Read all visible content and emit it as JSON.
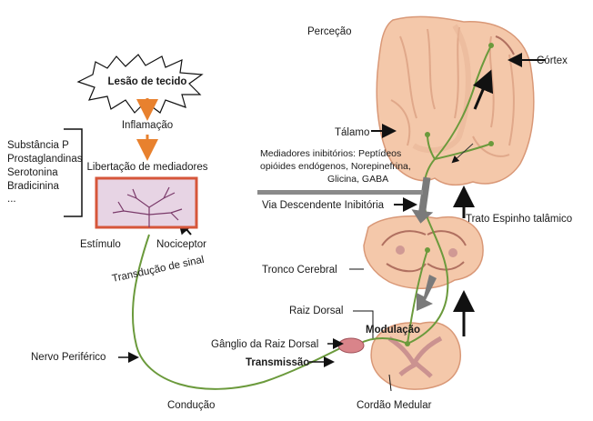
{
  "labels": {
    "injury": "Lesão de tecido",
    "inflammation": "Inflamação",
    "mediator_release": "Libertação de mediadores",
    "stimulus": "Estímulo",
    "nociceptor": "Nociceptor",
    "signal_transduction": "Transdução de sinal",
    "peripheral_nerve": "Nervo Periférico",
    "conduction": "Condução",
    "perception": "Perceção",
    "cortex": "Córtex",
    "thalamus": "Tálamo",
    "descending_pathway": "Via Descendente Inibitória",
    "spinothalamic_tract": "Trato Espinho talâmico",
    "brainstem": "Tronco Cerebral",
    "dorsal_root": "Raiz Dorsal",
    "modulation": "Modulação",
    "dorsal_root_ganglion": "Gânglio da Raiz Dorsal",
    "transmission": "Transmissão",
    "spinal_cord": "Cordão Medular"
  },
  "mediators_list": [
    "Substância P",
    "Prostaglandinas",
    "Serotonina",
    "Bradicinina",
    "..."
  ],
  "inhibitory_mediators": [
    "Mediadores inibitórios: Peptídeos",
    "opióides endógenos, Norepinefrina,",
    "Glicina, GABA"
  ],
  "colors": {
    "tissue": "#f4c8aa",
    "tissue_edge": "#d99877",
    "tissue_dark": "#b07060",
    "nerve": "#6b9a3c",
    "orange_arrow": "#e8812e",
    "skin_box": "#d6563a",
    "skin_fill": "#e7d4e4",
    "gray_arrow": "#7a7a7a",
    "gray_bar": "#8a8a8a",
    "ganglion": "#d9848a"
  }
}
